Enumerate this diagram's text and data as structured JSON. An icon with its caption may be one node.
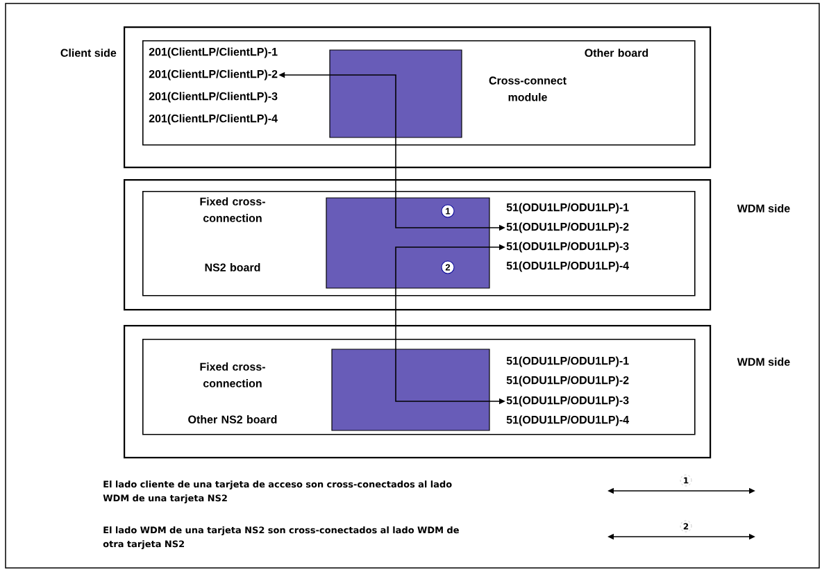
{
  "diagram": {
    "nodes": [
      {
        "text": [],
        "shape": "box",
        "beside": [
          "Client side"
        ]
      },
      {
        "text": [
          "Other board",
          "Cross-connect module"
        ],
        "in": 0
      },
      {
        "text": [
          "201(ClientLP/ClientLP)-1"
        ],
        "in": 1
      },
      {
        "text": [
          "201(ClientLP/ClientLP)-2"
        ],
        "in": 1
      },
      {
        "text": [
          "201(ClientLP/ClientLP)-3"
        ],
        "in": 1
      },
      {
        "text": [
          "201(ClientLP/ClientLP)-4"
        ],
        "in": 1
      },
      {
        "text": [],
        "shape": "box",
        "beside": [
          "WDM side"
        ]
      },
      {
        "text": [
          "Fixed cross-connection",
          "NS2 board"
        ],
        "in": 6
      },
      {
        "text": [
          "51(ODU1LP/ODU1LP)-1"
        ],
        "in": 7
      },
      {
        "text": [
          "51(ODU1LP/ODU1LP)-2"
        ],
        "in": 7
      },
      {
        "text": [
          "51(ODU1LP/ODU1LP)-3"
        ],
        "in": 7
      },
      {
        "text": [
          "51(ODU1LP/ODU1LP)-4"
        ],
        "in": 7
      },
      {
        "text": [],
        "shape": "box",
        "beside": [
          "WDM side"
        ]
      },
      {
        "text": [
          "Fixed cross-connection",
          "Other NS2 board"
        ],
        "in": 12
      },
      {
        "text": [
          "51(ODU1LP/ODU1LP)-1"
        ],
        "in": 13
      },
      {
        "text": [
          "51(ODU1LP/ODU1LP)-2"
        ],
        "in": 13
      },
      {
        "text": [
          "51(ODU1LP/ODU1LP)-3"
        ],
        "in": 13
      },
      {
        "text": [
          "51(ODU1LP/ODU1LP)-4"
        ],
        "in": 13
      }
    ],
    "edges": [
      {
        "from": 3,
        "to": 9,
        "arrow": "both",
        "label": "1"
      },
      {
        "from": 10,
        "to": 16,
        "arrow": "both",
        "label": "2"
      }
    ],
    "labels": [
      "1",
      "2"
    ],
    "legend": [
      {
        "text": "El lado cliente de una tarjeta de acceso son cross-conectados al lado WDM de una tarjeta NS2"
      },
      {
        "text": "El lado WDM de una tarjeta NS2 son cross-conectados al lado WDM de otra tarjeta NS2"
      }
    ]
  }
}
